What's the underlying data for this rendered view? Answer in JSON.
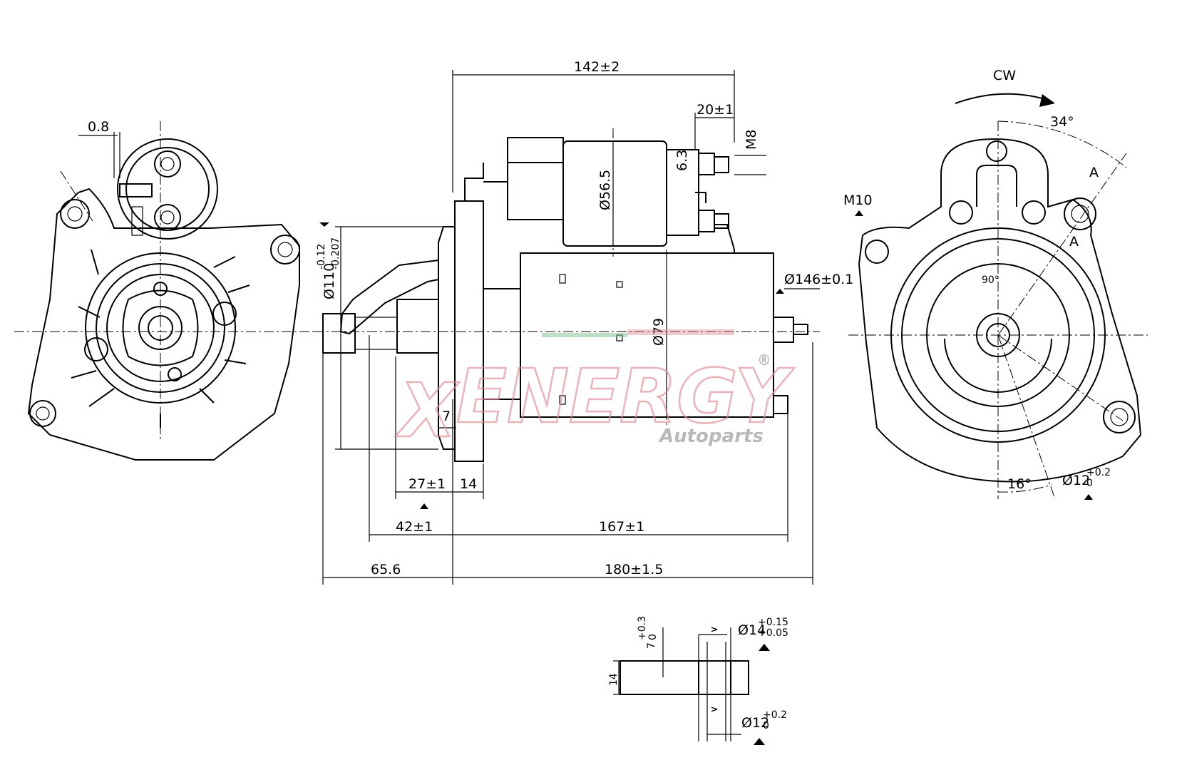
{
  "dimensions": {
    "overall_top": "142±2",
    "terminal_offset": "20±1",
    "thread": "M8",
    "terminal_spade": "6.3",
    "solenoid_dia": "Ø56.5",
    "housing_dia": "Ø79",
    "mount_dia": "Ø146±0.1",
    "flange_dia_base": "Ø110",
    "flange_dia_tol_upper": "-0.12",
    "flange_dia_tol_lower": "-0.207",
    "pinion_offset": "27±1",
    "flange_thickness": "14",
    "pinion_length": "7",
    "nose_length": "42±1",
    "body_length": "167±1",
    "nose_total": "65.6",
    "total_length": "180±1.5",
    "bracket_gap": "0.8",
    "rotation": "CW",
    "angle_top": "34°",
    "angle_bottom": "16°",
    "angle_inner": "90°",
    "datum": "A",
    "bolt_thread": "M10",
    "hole_dia_base": "Ø12",
    "hole_dia_tol_upper": "+0.2",
    "hole_dia_tol_lower": "0"
  },
  "detail": {
    "hole_top_base": "Ø14",
    "hole_top_tol_upper": "+0.15",
    "hole_top_tol_lower": "+0.05",
    "hole_bottom_base": "Ø12",
    "hole_bottom_tol_upper": "+0.2",
    "hole_bottom_tol_lower": "0",
    "depth_base": "7",
    "depth_tol_upper": "+0.3",
    "depth_tol_lower": "0",
    "thickness": "14",
    "surface_mark": "∨"
  },
  "watermark": {
    "brand": "ENERGY",
    "brand_prefix": "X",
    "registered": "®",
    "tagline": "Autoparts"
  }
}
